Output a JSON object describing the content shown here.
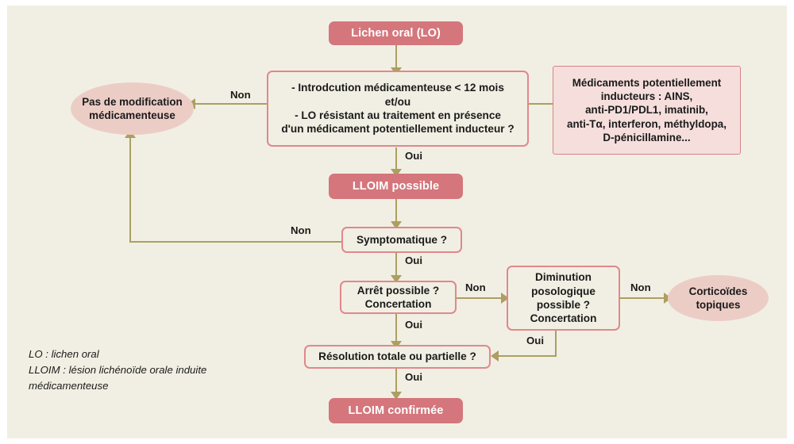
{
  "diagram": {
    "title_node": "Lichen oral (LO)",
    "background_color": "#f1efe3",
    "accent_filled": "#d4767c",
    "accent_outline": "#e0888c",
    "accent_tint": "#f5dedb",
    "accent_ellipse": "#eccdc6",
    "connector_color": "#ab9f61"
  },
  "nodes": {
    "start": {
      "label": "Lichen oral (LO)"
    },
    "decision_main": {
      "label": "- Introdcution médicamenteuse < 12 mois\net/ou\n- LO résistant au traitement en présence\nd'un médicament potentiellement inducteur ?"
    },
    "drug_list": {
      "label": "Médicaments potentiellement\ninducteurs : AINS,\nanti-PD1/PDL1, imatinib,\nanti-Tα, interferon, méthyldopa,\nD-pénicillamine..."
    },
    "no_change": {
      "label": "Pas de modification\nmédicamenteuse"
    },
    "lloim_possible": {
      "label": "LLOIM possible"
    },
    "symptomatic": {
      "label": "Symptomatique ?"
    },
    "stop_possible": {
      "label": "Arrêt possible ?\nConcertation"
    },
    "dose_reduction": {
      "label": "Diminution\nposologique\npossible ?\nConcertation"
    },
    "topical_cortico": {
      "label": "Corticoïdes\ntopiques"
    },
    "resolution": {
      "label": "Résolution totale ou partielle ?"
    },
    "lloim_confirmed": {
      "label": "LLOIM confirmée"
    }
  },
  "edge_labels": {
    "decision_no": "Non",
    "decision_yes": "Oui",
    "symptomatic_no": "Non",
    "symptomatic_yes": "Oui",
    "stop_no": "Non",
    "stop_yes": "Oui",
    "dose_no": "Non",
    "dose_yes": "Oui",
    "resolution_yes": "Oui"
  },
  "legend": {
    "text": "LO : lichen oral\nLLOIM : lésion lichénoïde orale induite\nmédicamenteuse"
  }
}
